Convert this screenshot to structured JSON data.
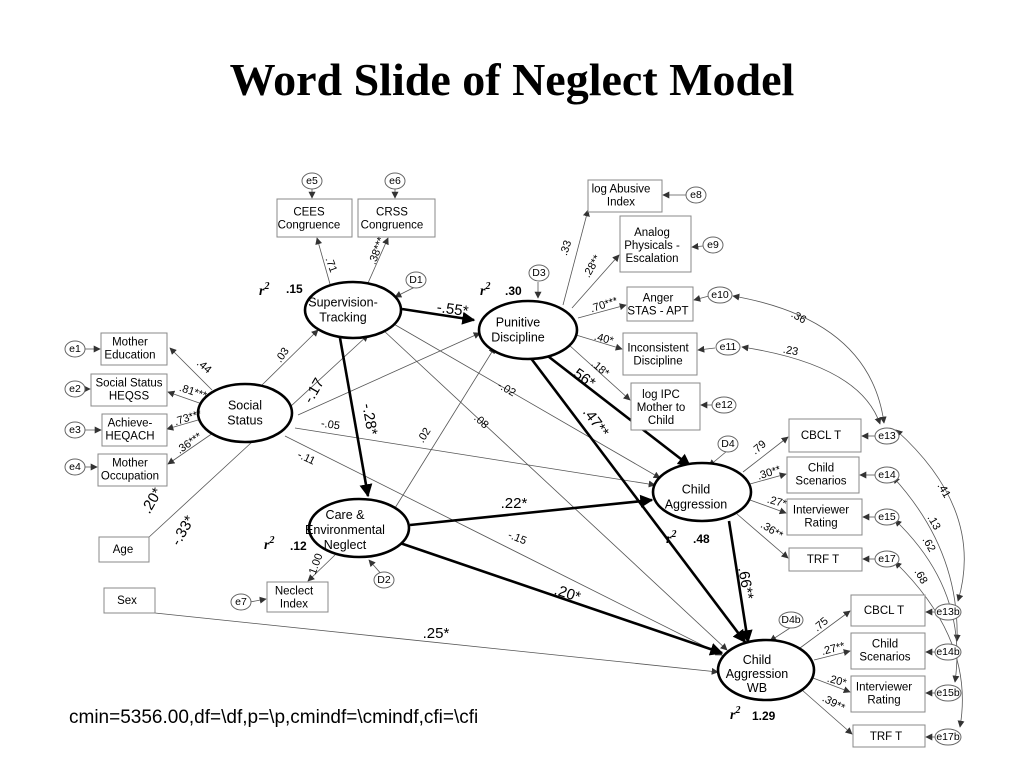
{
  "title": "Word Slide of Neglect Model",
  "fit_text": "cmin=5356.00,df=\\df,p=\\p,cmindf=\\cmindf,cfi=\\cfi",
  "latent": {
    "social": "Social|Status",
    "supervision": "Supervision-|Tracking",
    "punitive": "Punitive|Discipline",
    "care": "Care &|Environmental|Neglect",
    "aggression": "Child|Aggression",
    "aggression_wb": "Child|Aggression|WB"
  },
  "observed": {
    "mother_ed": "Mother|Education",
    "heqss": "Social Status|HEQSS",
    "heqach": "Achieve-|HEQACH",
    "mother_occ": "Mother|Occupation",
    "age": "Age",
    "sex": "Sex",
    "cees": "CEES|Congruence",
    "crss": "CRSS|Congruence",
    "neglect_index": "Neclect|Index",
    "log_abusive": "log Abusive|Index",
    "analog": "Analog|Physicals -|Escalation",
    "anger": "Anger|STAS - APT",
    "inconsistent": "Inconsistent|Discipline",
    "log_ipc": "log IPC|Mother to|Child",
    "cbcl": "CBCL T",
    "child_scen": "Child|Scenarios",
    "interviewer": "Interviewer|Rating",
    "trf": "TRF T",
    "cbcl_b": "CBCL T",
    "child_scen_b": "Child|Scenarios",
    "interviewer_b": "Interviewer|Rating",
    "trf_b": "TRF T"
  },
  "errors": {
    "e1": "e1",
    "e2": "e2",
    "e3": "e3",
    "e4": "e4",
    "e5": "e5",
    "e6": "e6",
    "e7": "e7",
    "e8": "e8",
    "e9": "e9",
    "e10": "e10",
    "e11": "e11",
    "e12": "e12",
    "e13": "e13",
    "e14": "e14",
    "e15": "e15",
    "e17": "e17",
    "e13b": "e13b",
    "e14b": "e14b",
    "e15b": "e15b",
    "e17b": "e17b",
    "d1": "D1",
    "d2": "D2",
    "d3": "D3",
    "d4": "D4",
    "d4b": "D4b"
  },
  "r2": {
    "symbol": "r",
    "power": "2",
    "supervision": ".15",
    "punitive": ".30",
    "care": ".12",
    "aggression": ".48",
    "aggression_wb": "1.29"
  },
  "coefficients": {
    "sup_to_pun": "-.55*",
    "sup_to_care": "-.28*",
    "social_to_care": "-.17",
    "pun_to_agg": ".56*",
    "pun_to_wb": ".47**",
    "care_to_agg": ".22*",
    "care_to_wb": ".20*",
    "agg_to_wb": ".66**",
    "age_to_social": ".20*",
    "sex_to_sup": "-.33*",
    "sex_to_wb": ".25*",
    "social_to_sup": ".03",
    "social_to_agg": "-.05",
    "social_to_wb": "-.11",
    "sup_to_agg": "-.02",
    "sup_to_wb": ".08",
    "care_to_pun": ".02",
    "care_to_wb_thin": "-.15",
    "load_mother_ed": ".44",
    "load_heqss": ".81***",
    "load_heqach": ".73***",
    "load_mother_occ": ".36***",
    "load_cees": ".71",
    "load_crss": ".38***",
    "load_neglect": "1.00",
    "load_log_abusive": ".33",
    "load_analog": ".28**",
    "load_anger": ".70***",
    "load_inconsistent": ".40*",
    "load_log_ipc": ".18*",
    "load_cbcl": ".79",
    "load_child_scen": ".30**",
    "load_interviewer": ".27*",
    "load_trf": ".36**",
    "load_cbcl_b": ".75",
    "load_child_scen_b": ".27**",
    "load_interviewer_b": ".20*",
    "load_trf_b": ".39**",
    "cov_e10_e13": ".36",
    "cov_e11_e13": ".23",
    "cov_e13_e13b": ".41",
    "cov_e14_e14b": ".13",
    "cov_e15_e15b": ".62",
    "cov_e17_e17b": ".68"
  }
}
